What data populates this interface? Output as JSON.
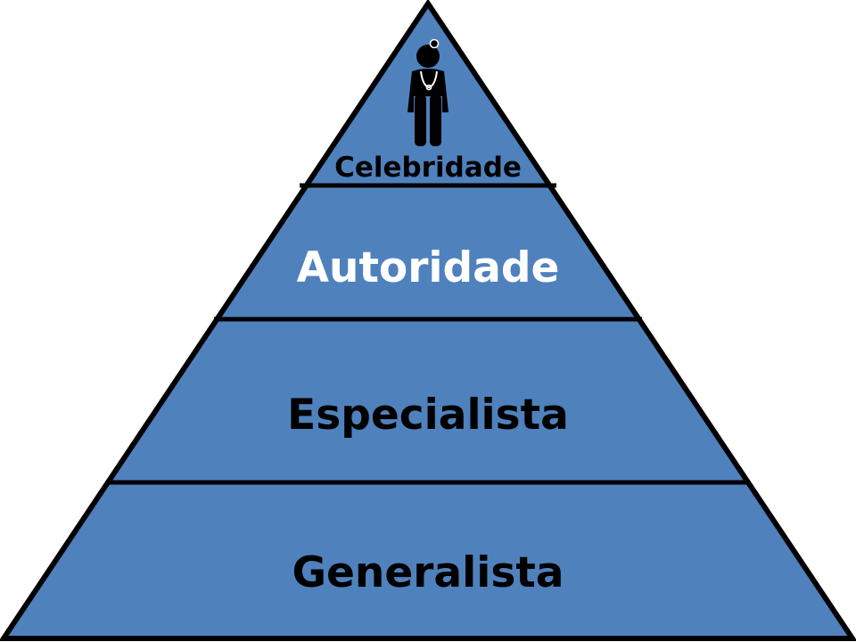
{
  "diagram": {
    "type": "pyramid",
    "fill_color": "#4f81bd",
    "outline_color": "#000000",
    "tiers": [
      {
        "label": "Celebridade",
        "label_color": "#000000"
      },
      {
        "label": "Autoridade",
        "label_color": "#ffffff"
      },
      {
        "label": "Especialista",
        "label_color": "#000000"
      },
      {
        "label": "Generalista",
        "label_color": "#000000"
      }
    ],
    "top_icon": "doctor-with-stethoscope-icon"
  }
}
